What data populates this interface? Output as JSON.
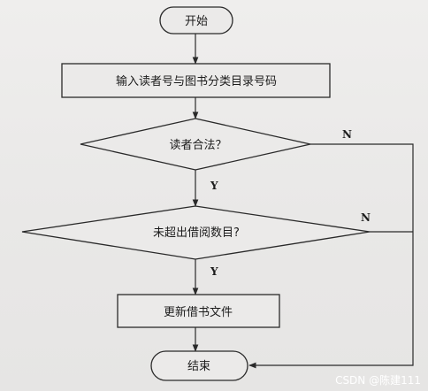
{
  "flowchart": {
    "start": "开始",
    "input_step": "输入读者号与图书分类目录号码",
    "decision_reader": "读者合法？",
    "decision_limit": "未超出借阅数目?",
    "update_step": "更新借书文件",
    "end": "结束",
    "yes_label": "Y",
    "no_label": "N"
  },
  "watermark": "CSDN @陈建111"
}
